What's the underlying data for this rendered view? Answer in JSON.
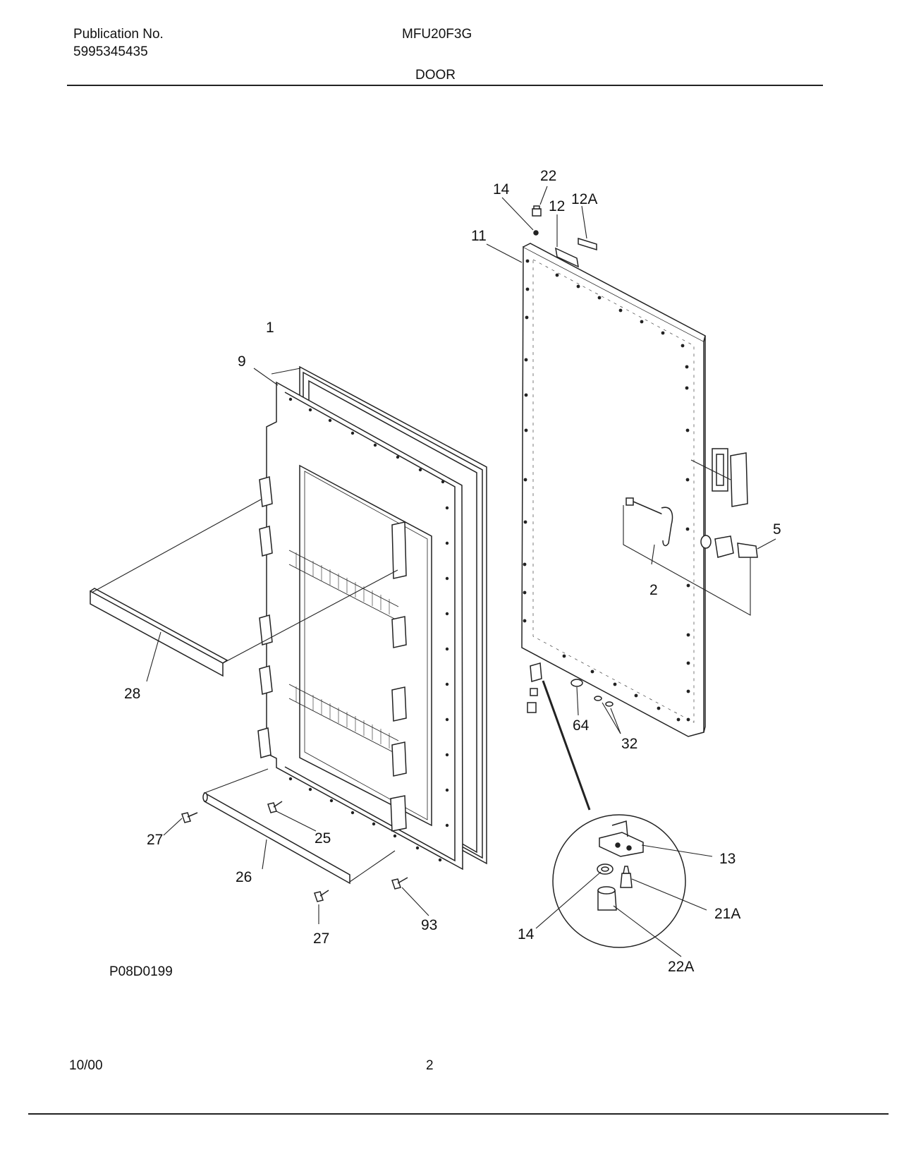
{
  "header": {
    "publication_label": "Publication No.",
    "publication_number": "5995345435",
    "model": "MFU20F3G",
    "section": "DOOR"
  },
  "diagram": {
    "callouts": {
      "c1": "1",
      "c9": "9",
      "c28": "28",
      "c27a": "27",
      "c26": "26",
      "c25": "25",
      "c27b": "27",
      "c93": "93",
      "c11": "11",
      "c14a": "14",
      "c22": "22",
      "c12": "12",
      "c12a": "12A",
      "c5": "5",
      "c2": "2",
      "c64": "64",
      "c32": "32",
      "c13": "13",
      "c21a": "21A",
      "c14b": "14",
      "c22a": "22A"
    },
    "figure_code": "P08D0199"
  },
  "footer": {
    "date": "10/00",
    "page": "2"
  }
}
